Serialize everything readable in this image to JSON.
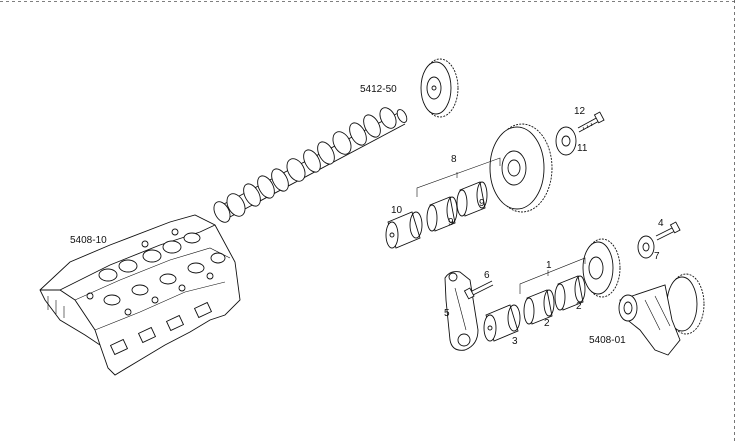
{
  "labels": {
    "camshaft_gear": "5412-50",
    "cylinder_head": "5408-10",
    "crankshaft": "5408-01",
    "p1": "1",
    "p2a": "2",
    "p2b": "2",
    "p3": "3",
    "p4": "4",
    "p5": "5",
    "p6": "6",
    "p7": "7",
    "p8": "8",
    "p9a": "9",
    "p9b": "9",
    "p10": "10",
    "p11": "11",
    "p12": "12"
  }
}
